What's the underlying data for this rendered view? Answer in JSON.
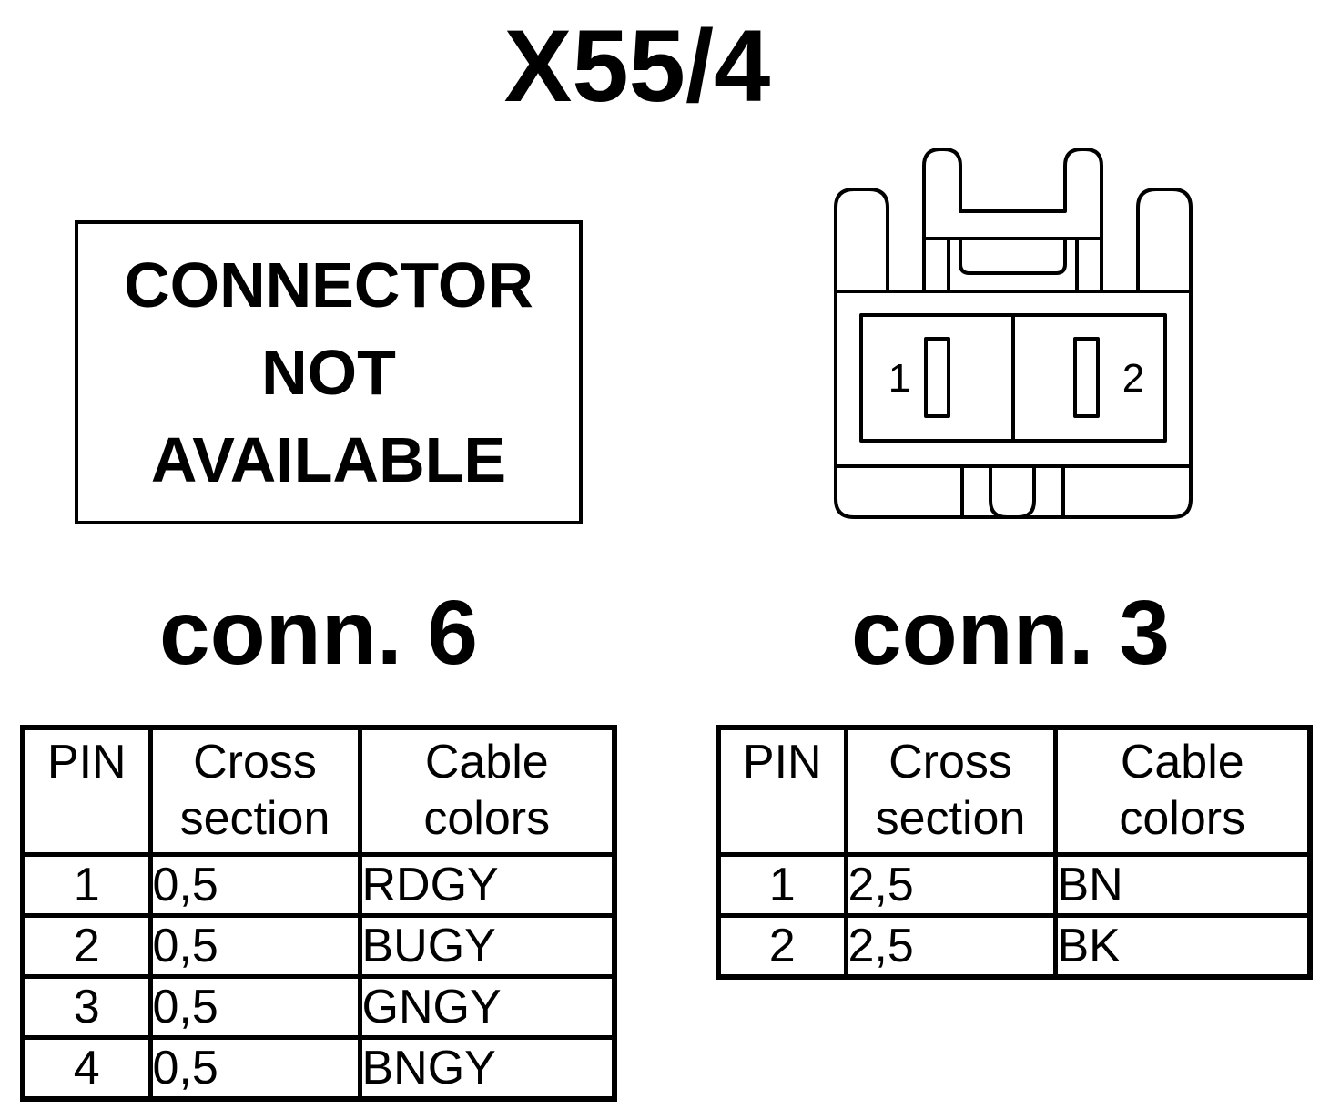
{
  "title": "X55/4",
  "left": {
    "not_available_lines": [
      "CONNECTOR",
      "NOT",
      "AVAILABLE"
    ],
    "conn_label": "conn. 6",
    "table": {
      "headers": [
        "PIN",
        "Cross\nsection",
        "Cable\ncolors"
      ],
      "header_pin": "PIN",
      "header_cross_1": "Cross",
      "header_cross_2": "section",
      "header_cable_1": "Cable",
      "header_cable_2": "colors",
      "rows": [
        {
          "pin": "1",
          "cross_section": "0,5",
          "color": "RDGY"
        },
        {
          "pin": "2",
          "cross_section": "0,5",
          "color": "BUGY"
        },
        {
          "pin": "3",
          "cross_section": "0,5",
          "color": "GNGY"
        },
        {
          "pin": "4",
          "cross_section": "0,5",
          "color": "BNGY"
        }
      ]
    }
  },
  "right": {
    "conn_label": "conn. 3",
    "connector_drawing": {
      "pin_labels": [
        "1",
        "2"
      ]
    },
    "table": {
      "header_pin": "PIN",
      "header_cross_1": "Cross",
      "header_cross_2": "section",
      "header_cable_1": "Cable",
      "header_cable_2": "colors",
      "rows": [
        {
          "pin": "1",
          "cross_section": "2,5",
          "color": "BN"
        },
        {
          "pin": "2",
          "cross_section": "2,5",
          "color": "BK"
        }
      ]
    }
  }
}
